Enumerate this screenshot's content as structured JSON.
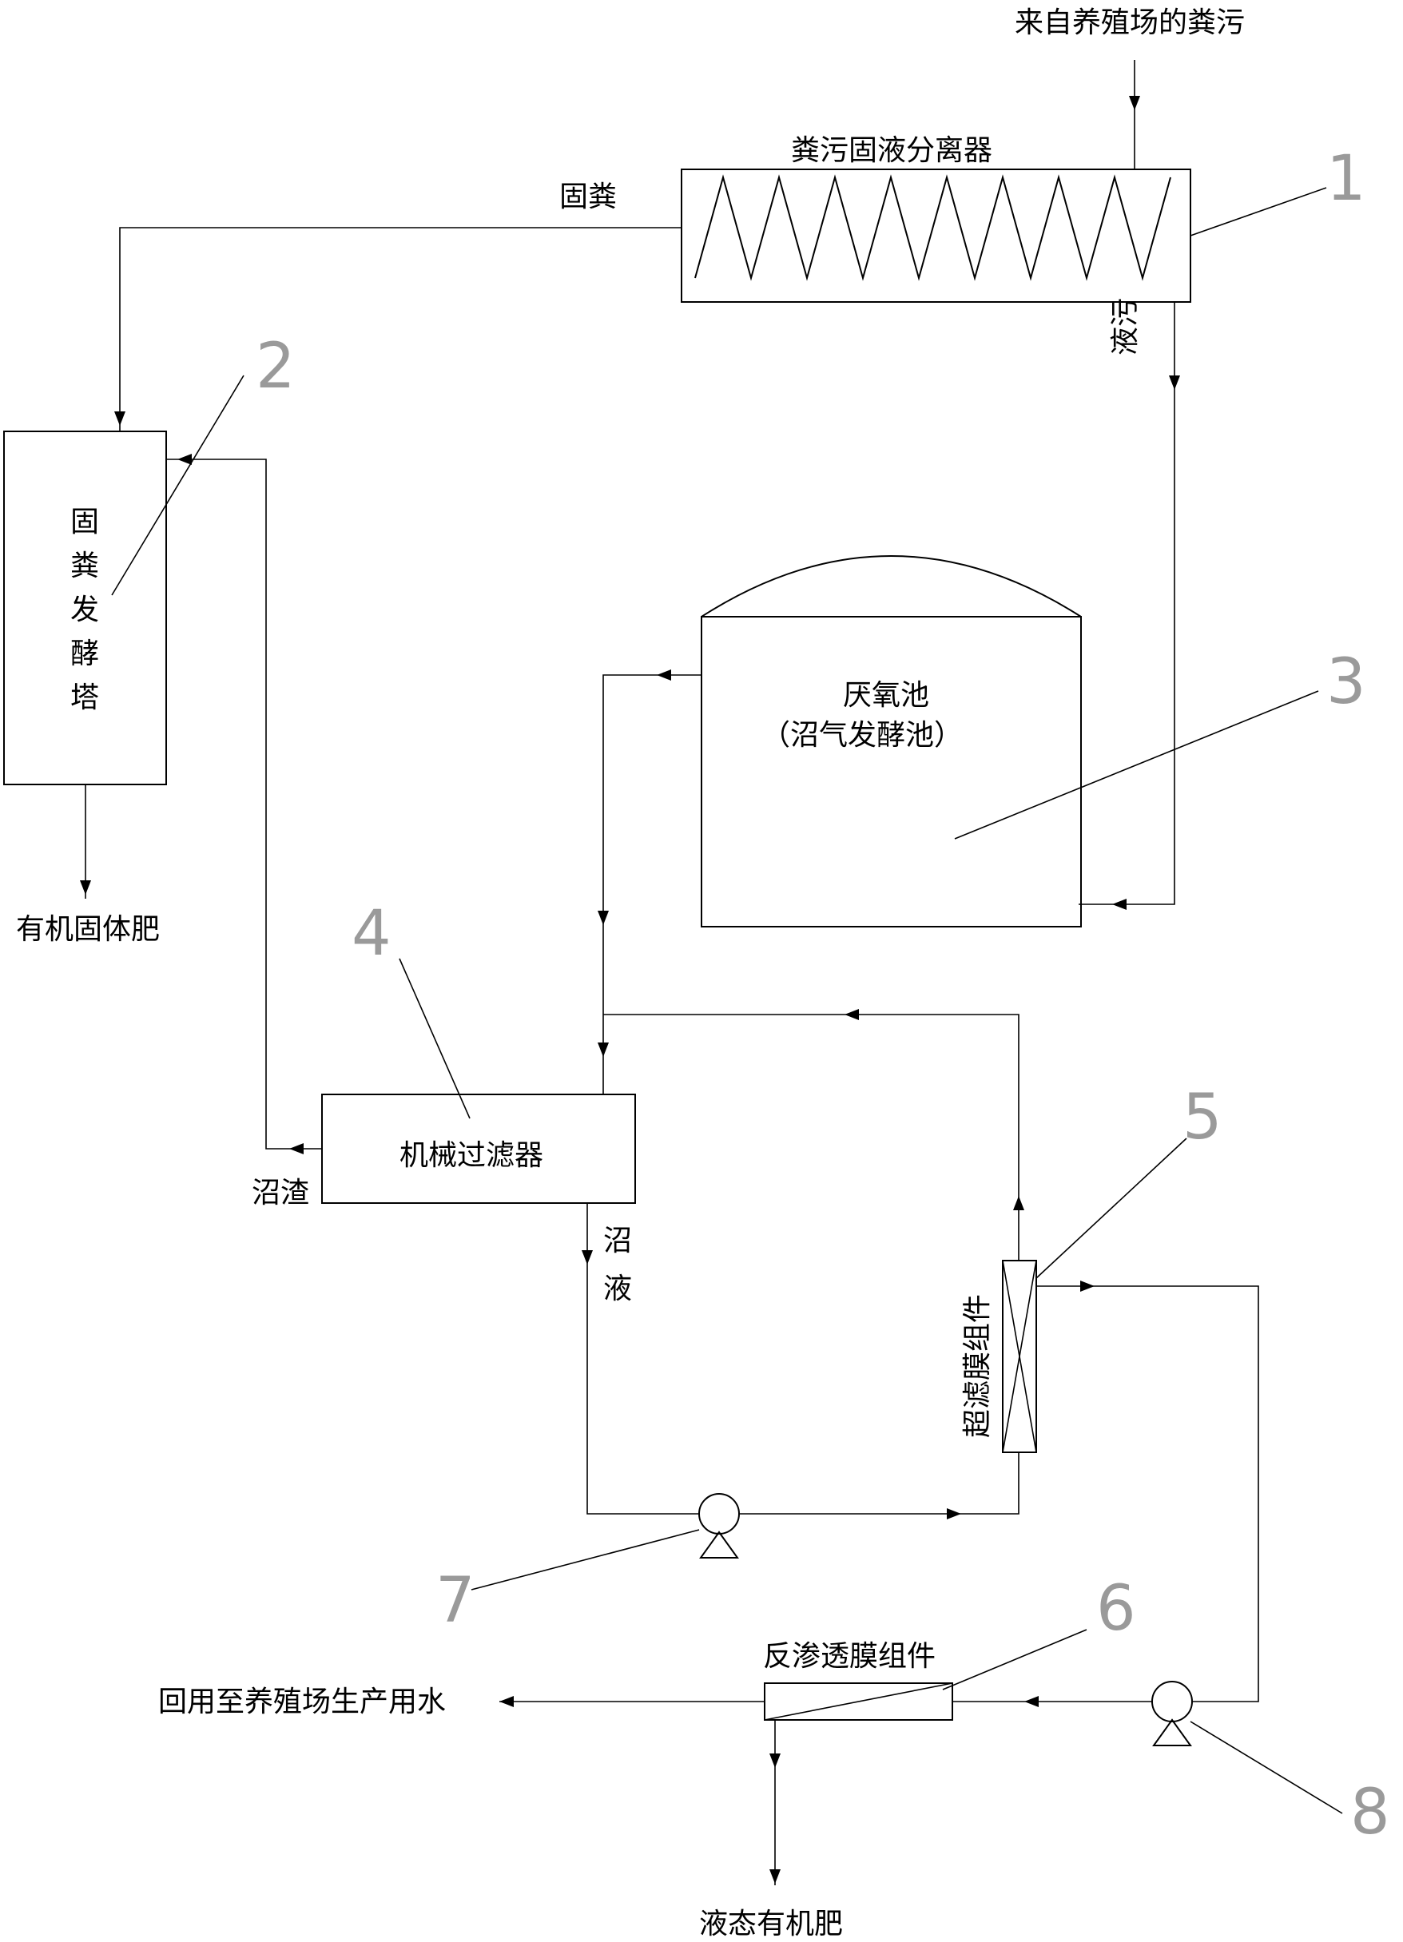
{
  "labels": {
    "source": "来自养殖场的粪污",
    "separator": "粪污固液分离器",
    "solid_manure": "固粪",
    "liquid_manure": "液污",
    "fermenter_chars": [
      "固",
      "粪",
      "发",
      "酵",
      "塔"
    ],
    "organic_solid_fertilizer": "有机固体肥",
    "anaerobic_line1": "厌氧池",
    "anaerobic_line2": "（沼气发酵池）",
    "mechanical_filter": "机械过滤器",
    "biogas_residue": "沼渣",
    "biogas_slurry_chars": [
      "沼",
      "液"
    ],
    "uf_module": "超滤膜组件",
    "ro_module": "反渗透膜组件",
    "reuse_water": "回用至养殖场生产用水",
    "liquid_fertilizer": "液态有机肥"
  },
  "callouts": [
    "1",
    "2",
    "3",
    "4",
    "5",
    "6",
    "7",
    "8"
  ]
}
